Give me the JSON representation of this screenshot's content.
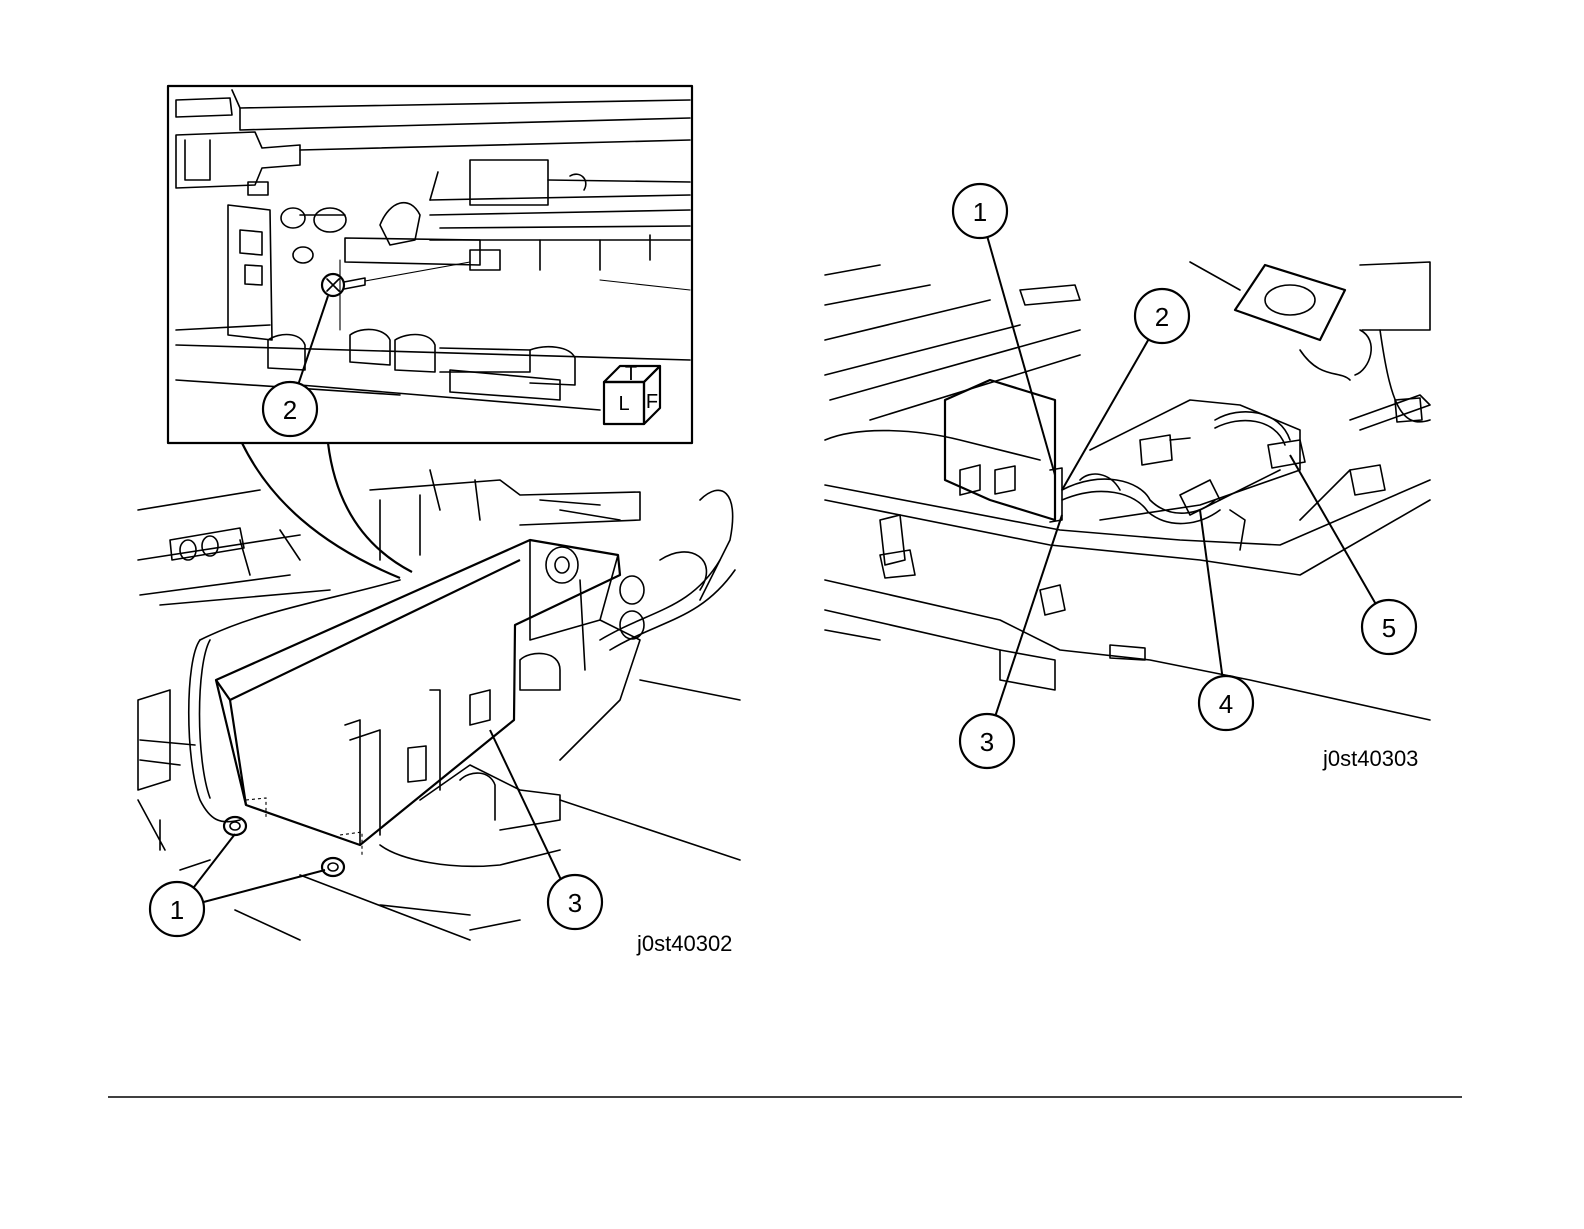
{
  "figures": [
    {
      "id": "left",
      "caption": "j0st40302",
      "callouts": [
        "1",
        "2",
        "3"
      ],
      "orientation_cube": {
        "top": "T",
        "left": "L",
        "front": "F"
      }
    },
    {
      "id": "right",
      "caption": "j0st40303",
      "callouts": [
        "1",
        "2",
        "3",
        "4",
        "5"
      ]
    }
  ]
}
